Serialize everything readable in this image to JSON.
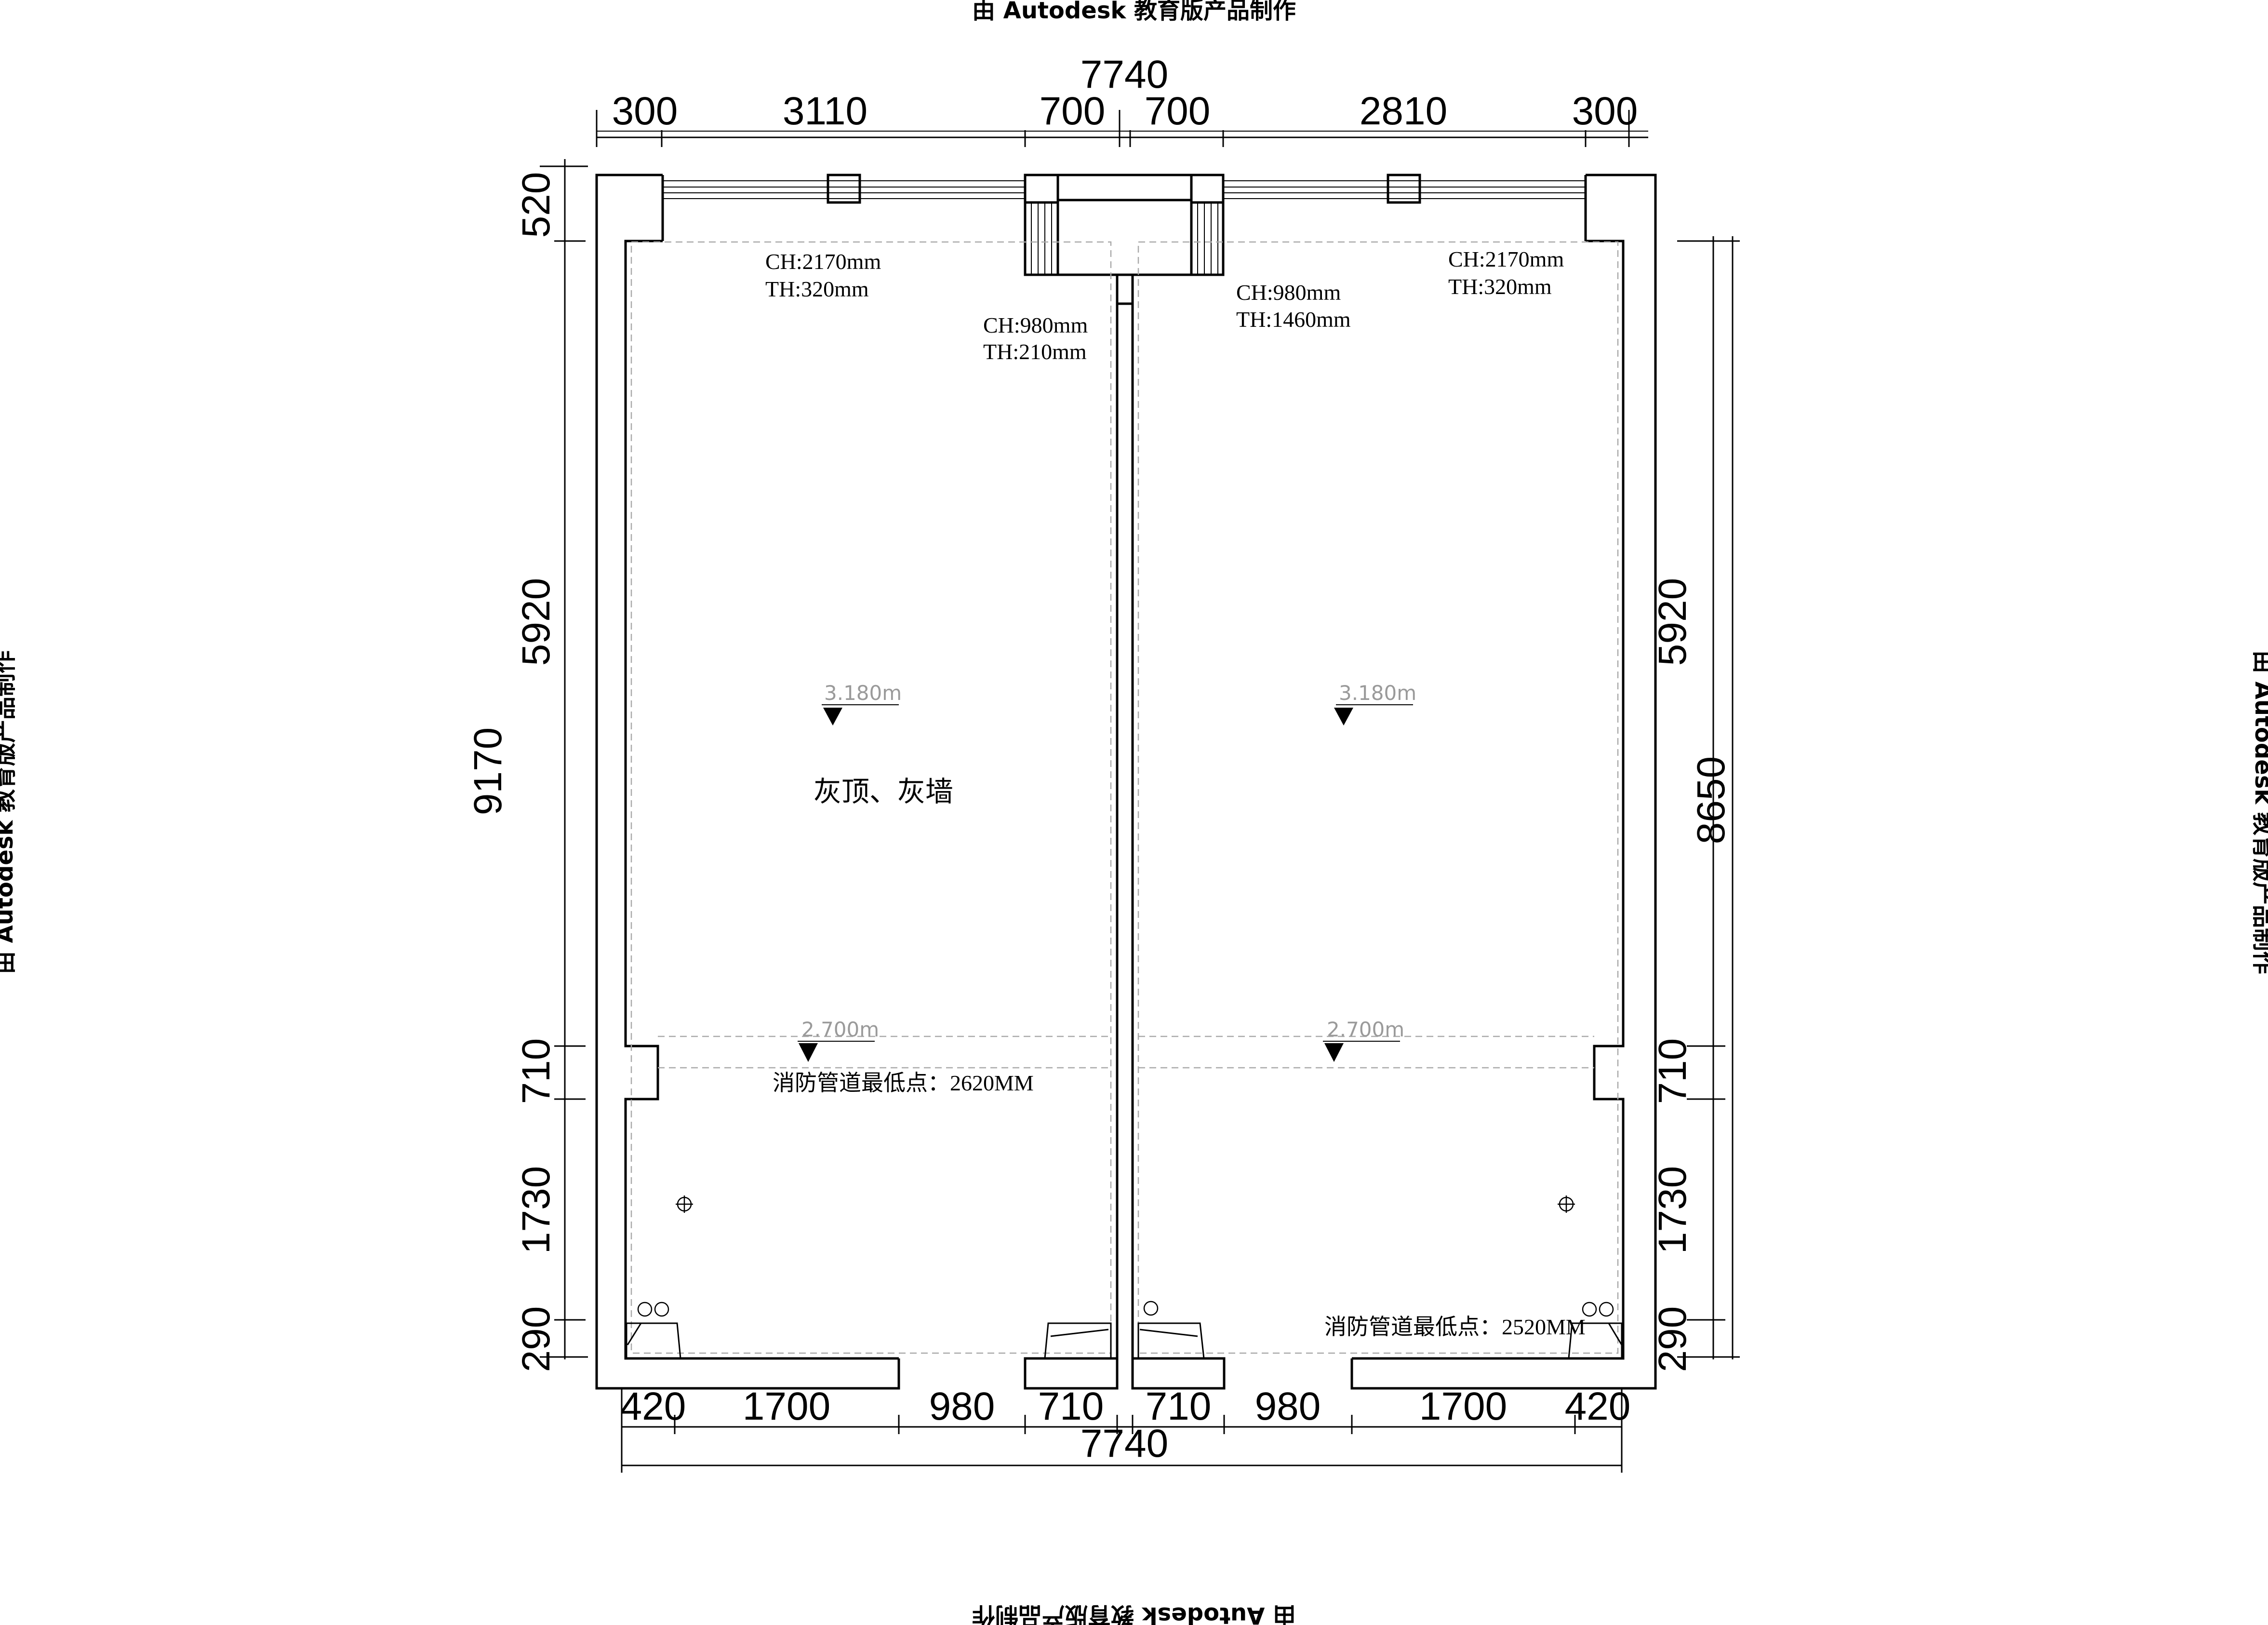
{
  "watermark": "由 Autodesk 教育版产品制作",
  "dimensions": {
    "top_total": "7740",
    "top_segments": [
      "300",
      "3110",
      "700",
      "700",
      "2810",
      "300"
    ],
    "bottom_total": "7740",
    "bottom_segments": [
      "420",
      "1700",
      "980",
      "710",
      "710",
      "980",
      "1700",
      "420"
    ],
    "left_total": "9170",
    "left_segments": [
      "520",
      "5920",
      "710",
      "1730",
      "290"
    ],
    "right_total": "8650",
    "right_segments": [
      "5920",
      "710",
      "1730",
      "290"
    ]
  },
  "window_notes": {
    "left_window": [
      "CH:2170mm",
      "TH:320mm"
    ],
    "left_balcony": [
      "CH:980mm",
      "TH:210mm"
    ],
    "right_balcony": [
      "CH:980mm",
      "TH:1460mm"
    ],
    "right_window": [
      "CH:2170mm",
      "TH:320mm"
    ]
  },
  "elevations": {
    "ceiling_left": "3.180m",
    "ceiling_right": "3.180m",
    "beam_left": "2.700m",
    "beam_right": "2.700m"
  },
  "room_label": "灰顶、灰墙",
  "pipe_notes": {
    "left": "消防管道最低点：2620MM",
    "right": "消防管道最低点：2520MM"
  }
}
